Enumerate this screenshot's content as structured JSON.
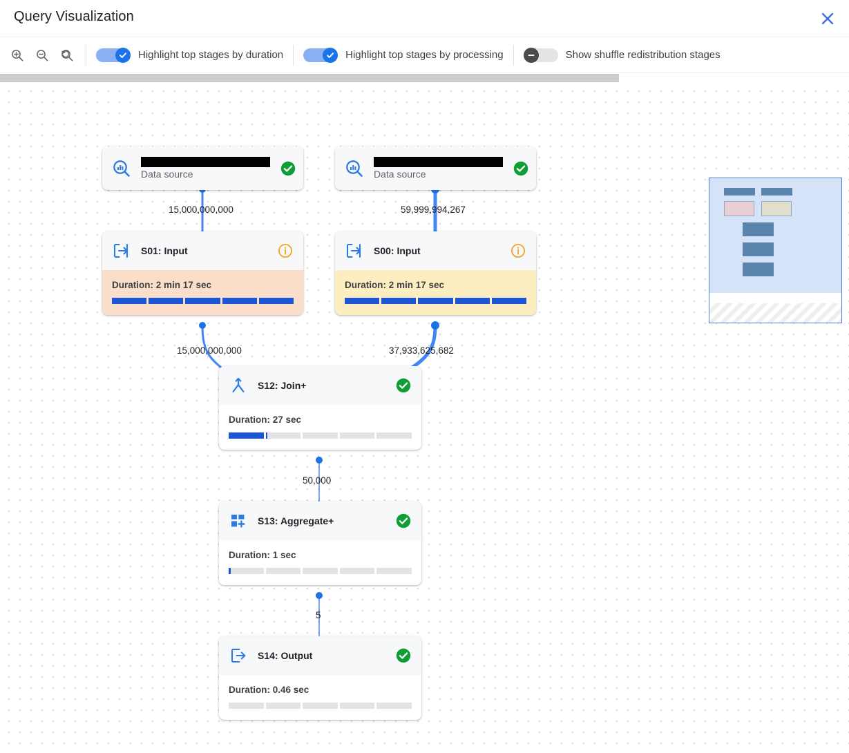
{
  "header": {
    "title": "Query Visualization",
    "close_icon": "close-icon"
  },
  "toolbar": {
    "zoom_in_icon": "zoom-in-icon",
    "zoom_out_icon": "zoom-out-icon",
    "zoom_reset_icon": "zoom-reset-icon",
    "toggles": [
      {
        "label": "Highlight top stages by duration",
        "state": "on"
      },
      {
        "label": "Highlight top stages by processing",
        "state": "on"
      },
      {
        "label": "Show shuffle redistribution stages",
        "state": "off"
      }
    ]
  },
  "colors": {
    "accent_blue": "#1a73e8",
    "progress_blue": "#1a56d6",
    "duration_highlight": "#fadec9",
    "processing_highlight": "#fdeec2",
    "status_ok_green": "#0f9d35",
    "status_info_amber": "#f5a623",
    "edge_blue": "#4285f4"
  },
  "graph": {
    "nodes": [
      {
        "id": "ds1",
        "kind": "data-source",
        "icon": "data-source-search-icon",
        "name_redacted": true,
        "subtitle": "Data source",
        "status": "ok",
        "status_icon": "check-circle-icon"
      },
      {
        "id": "ds2",
        "kind": "data-source",
        "icon": "data-source-search-icon",
        "name_redacted": true,
        "subtitle": "Data source",
        "status": "ok",
        "status_icon": "check-circle-icon"
      },
      {
        "id": "s01",
        "kind": "stage",
        "icon": "input-arrow-icon",
        "title": "S01: Input",
        "status": "info",
        "status_icon": "info-circle-icon",
        "duration": "Duration: 2 min 17 sec",
        "progress_percent": 100,
        "highlight": "duration"
      },
      {
        "id": "s00",
        "kind": "stage",
        "icon": "input-arrow-icon",
        "title": "S00: Input",
        "status": "info",
        "status_icon": "info-circle-icon",
        "duration": "Duration: 2 min 17 sec",
        "progress_percent": 100,
        "highlight": "processing"
      },
      {
        "id": "s12",
        "kind": "stage",
        "icon": "join-icon",
        "title": "S12: Join+",
        "status": "ok",
        "status_icon": "check-circle-icon",
        "duration": "Duration: 27 sec",
        "progress_percent": 21,
        "highlight": "none"
      },
      {
        "id": "s13",
        "kind": "stage",
        "icon": "aggregate-icon",
        "title": "S13: Aggregate+",
        "status": "ok",
        "status_icon": "check-circle-icon",
        "duration": "Duration: 1 sec",
        "progress_percent": 1,
        "highlight": "none"
      },
      {
        "id": "s14",
        "kind": "stage",
        "icon": "output-arrow-icon",
        "title": "S14: Output",
        "status": "ok",
        "status_icon": "check-circle-icon",
        "duration": "Duration: 0.46 sec",
        "progress_percent": 0,
        "highlight": "none"
      }
    ],
    "edges": [
      {
        "from": "ds1",
        "to": "s01",
        "label": "15,000,000,000",
        "weight": "medium"
      },
      {
        "from": "ds2",
        "to": "s00",
        "label": "59,999,994,267",
        "weight": "thick"
      },
      {
        "from": "s01",
        "to": "s12",
        "label": "15,000,000,000",
        "weight": "medium"
      },
      {
        "from": "s00",
        "to": "s12",
        "label": "37,933,625,682",
        "weight": "thick"
      },
      {
        "from": "s12",
        "to": "s13",
        "label": "50,000",
        "weight": "thin"
      },
      {
        "from": "s13",
        "to": "s14",
        "label": "5",
        "weight": "thin"
      }
    ]
  },
  "minimap": {
    "name": "graph-minimap"
  }
}
